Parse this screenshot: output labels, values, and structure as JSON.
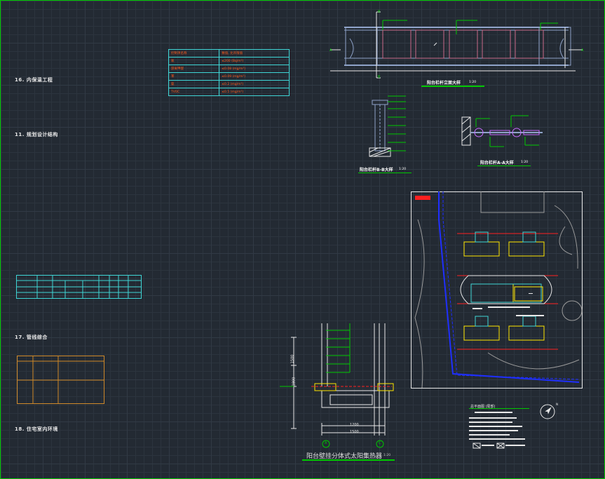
{
  "headings": {
    "h16": "16. 内保温工程",
    "h11": "11. 规划设计结构",
    "h17": "17. 管线综合",
    "h18": "18. 住宅室内环境"
  },
  "material_table": {
    "header": [
      "控制项名称",
      "数值, 允许限值"
    ],
    "rows": [
      [
        "氡",
        "≤200 (Bq/m³)"
      ],
      [
        "游离甲醛",
        "≤0.08 (mg/m³)"
      ],
      [
        "苯",
        "≤0.09 (mg/m³)"
      ],
      [
        "氨",
        "≤0.2 (mg/m³)"
      ],
      [
        "TVOC",
        "≤0.5 (mg/m³)"
      ]
    ]
  },
  "drawings": {
    "railing_elevation": {
      "title": "阳台栏杆立面大样",
      "scale": "1:20",
      "mark_a": "A",
      "mark_b": "B"
    },
    "railing_section_bb": {
      "title": "阳台栏杆B-B大样",
      "scale": "1:20"
    },
    "railing_section_aa": {
      "title": "阳台栏杆A-A大样",
      "scale": "1:20"
    },
    "solar_detail": {
      "title": "阳台壁挂分体式太阳集热器",
      "scale": "1:20",
      "axis_a": "A",
      "axis_c": "C",
      "dim_1": "1500",
      "dim_2": "1800",
      "dim_3": "1200",
      "dim_4": "1500"
    }
  },
  "site_plan": {
    "legend_title": "总平面图 (局部)",
    "compass": "N"
  },
  "colors": {
    "background": "#232a33",
    "frame": "#00c800",
    "table_border": "#3fd6d6",
    "table_text": "#ff5a1a",
    "plan_blue": "#1f2fff",
    "plan_yellow": "#ffe600",
    "plan_red": "#ff2020"
  }
}
